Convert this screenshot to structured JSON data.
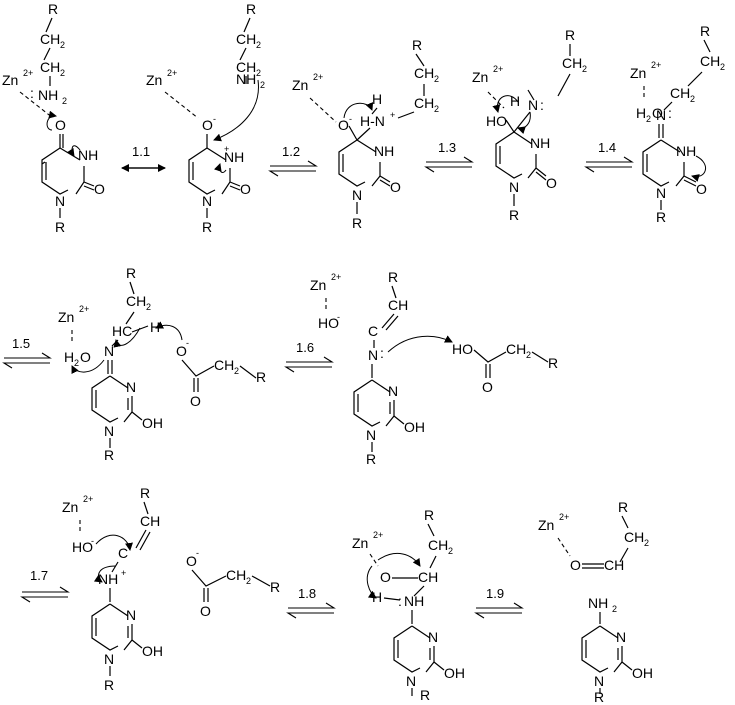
{
  "steps": [
    "1.1",
    "1.2",
    "1.3",
    "1.4",
    "1.5",
    "1.6",
    "1.7",
    "1.8",
    "1.9"
  ],
  "atoms": {
    "zn": "Zn",
    "zn_charge": "2+",
    "r": "R",
    "ch2": "CH",
    "sub2": "2",
    "nh2": "NH",
    "nh": "NH",
    "n": "N",
    "o": "O",
    "o_minus": "O",
    "minus": "-",
    "plus": "+",
    "h": "H",
    "h_n": "H-N",
    "ho": "HO",
    "oh": "OH",
    "h2o": "H",
    "h2o_o": "O",
    "hc": "HC",
    "ch": "CH",
    "c_eq": "C",
    "lone_pair": ":"
  }
}
